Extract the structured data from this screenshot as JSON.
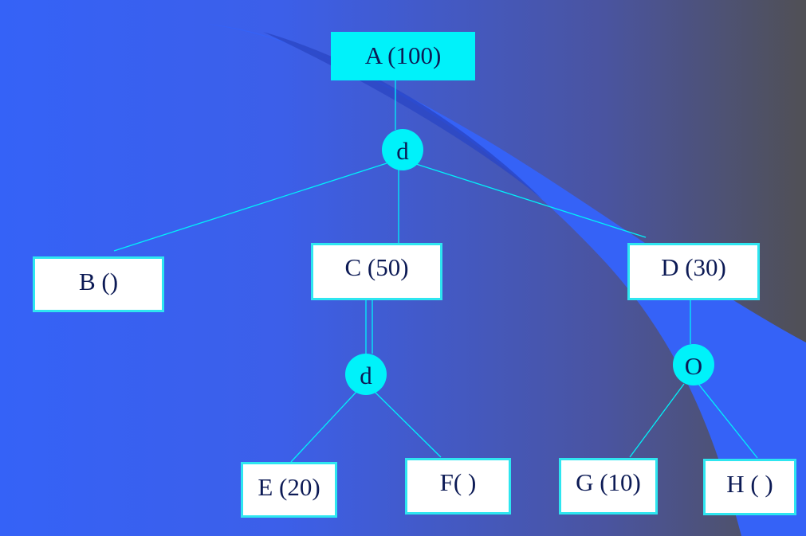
{
  "diagram": {
    "nodes": {
      "a": "A (100)",
      "b": "B ()",
      "c": "C (50)",
      "d": "D (30)",
      "e": "E (20)",
      "f": "F( )",
      "g": "G (10)",
      "h": "H ( )"
    },
    "connectors": {
      "top_d": "d",
      "c_d": "d",
      "d_o": "O"
    },
    "colors": {
      "background_left": "#3562f7",
      "background_right": "#505055",
      "connector": "#00f2fa",
      "box_fill": "#ffffff",
      "box_border": "#2ee6f0",
      "text": "#0c1a55"
    }
  }
}
